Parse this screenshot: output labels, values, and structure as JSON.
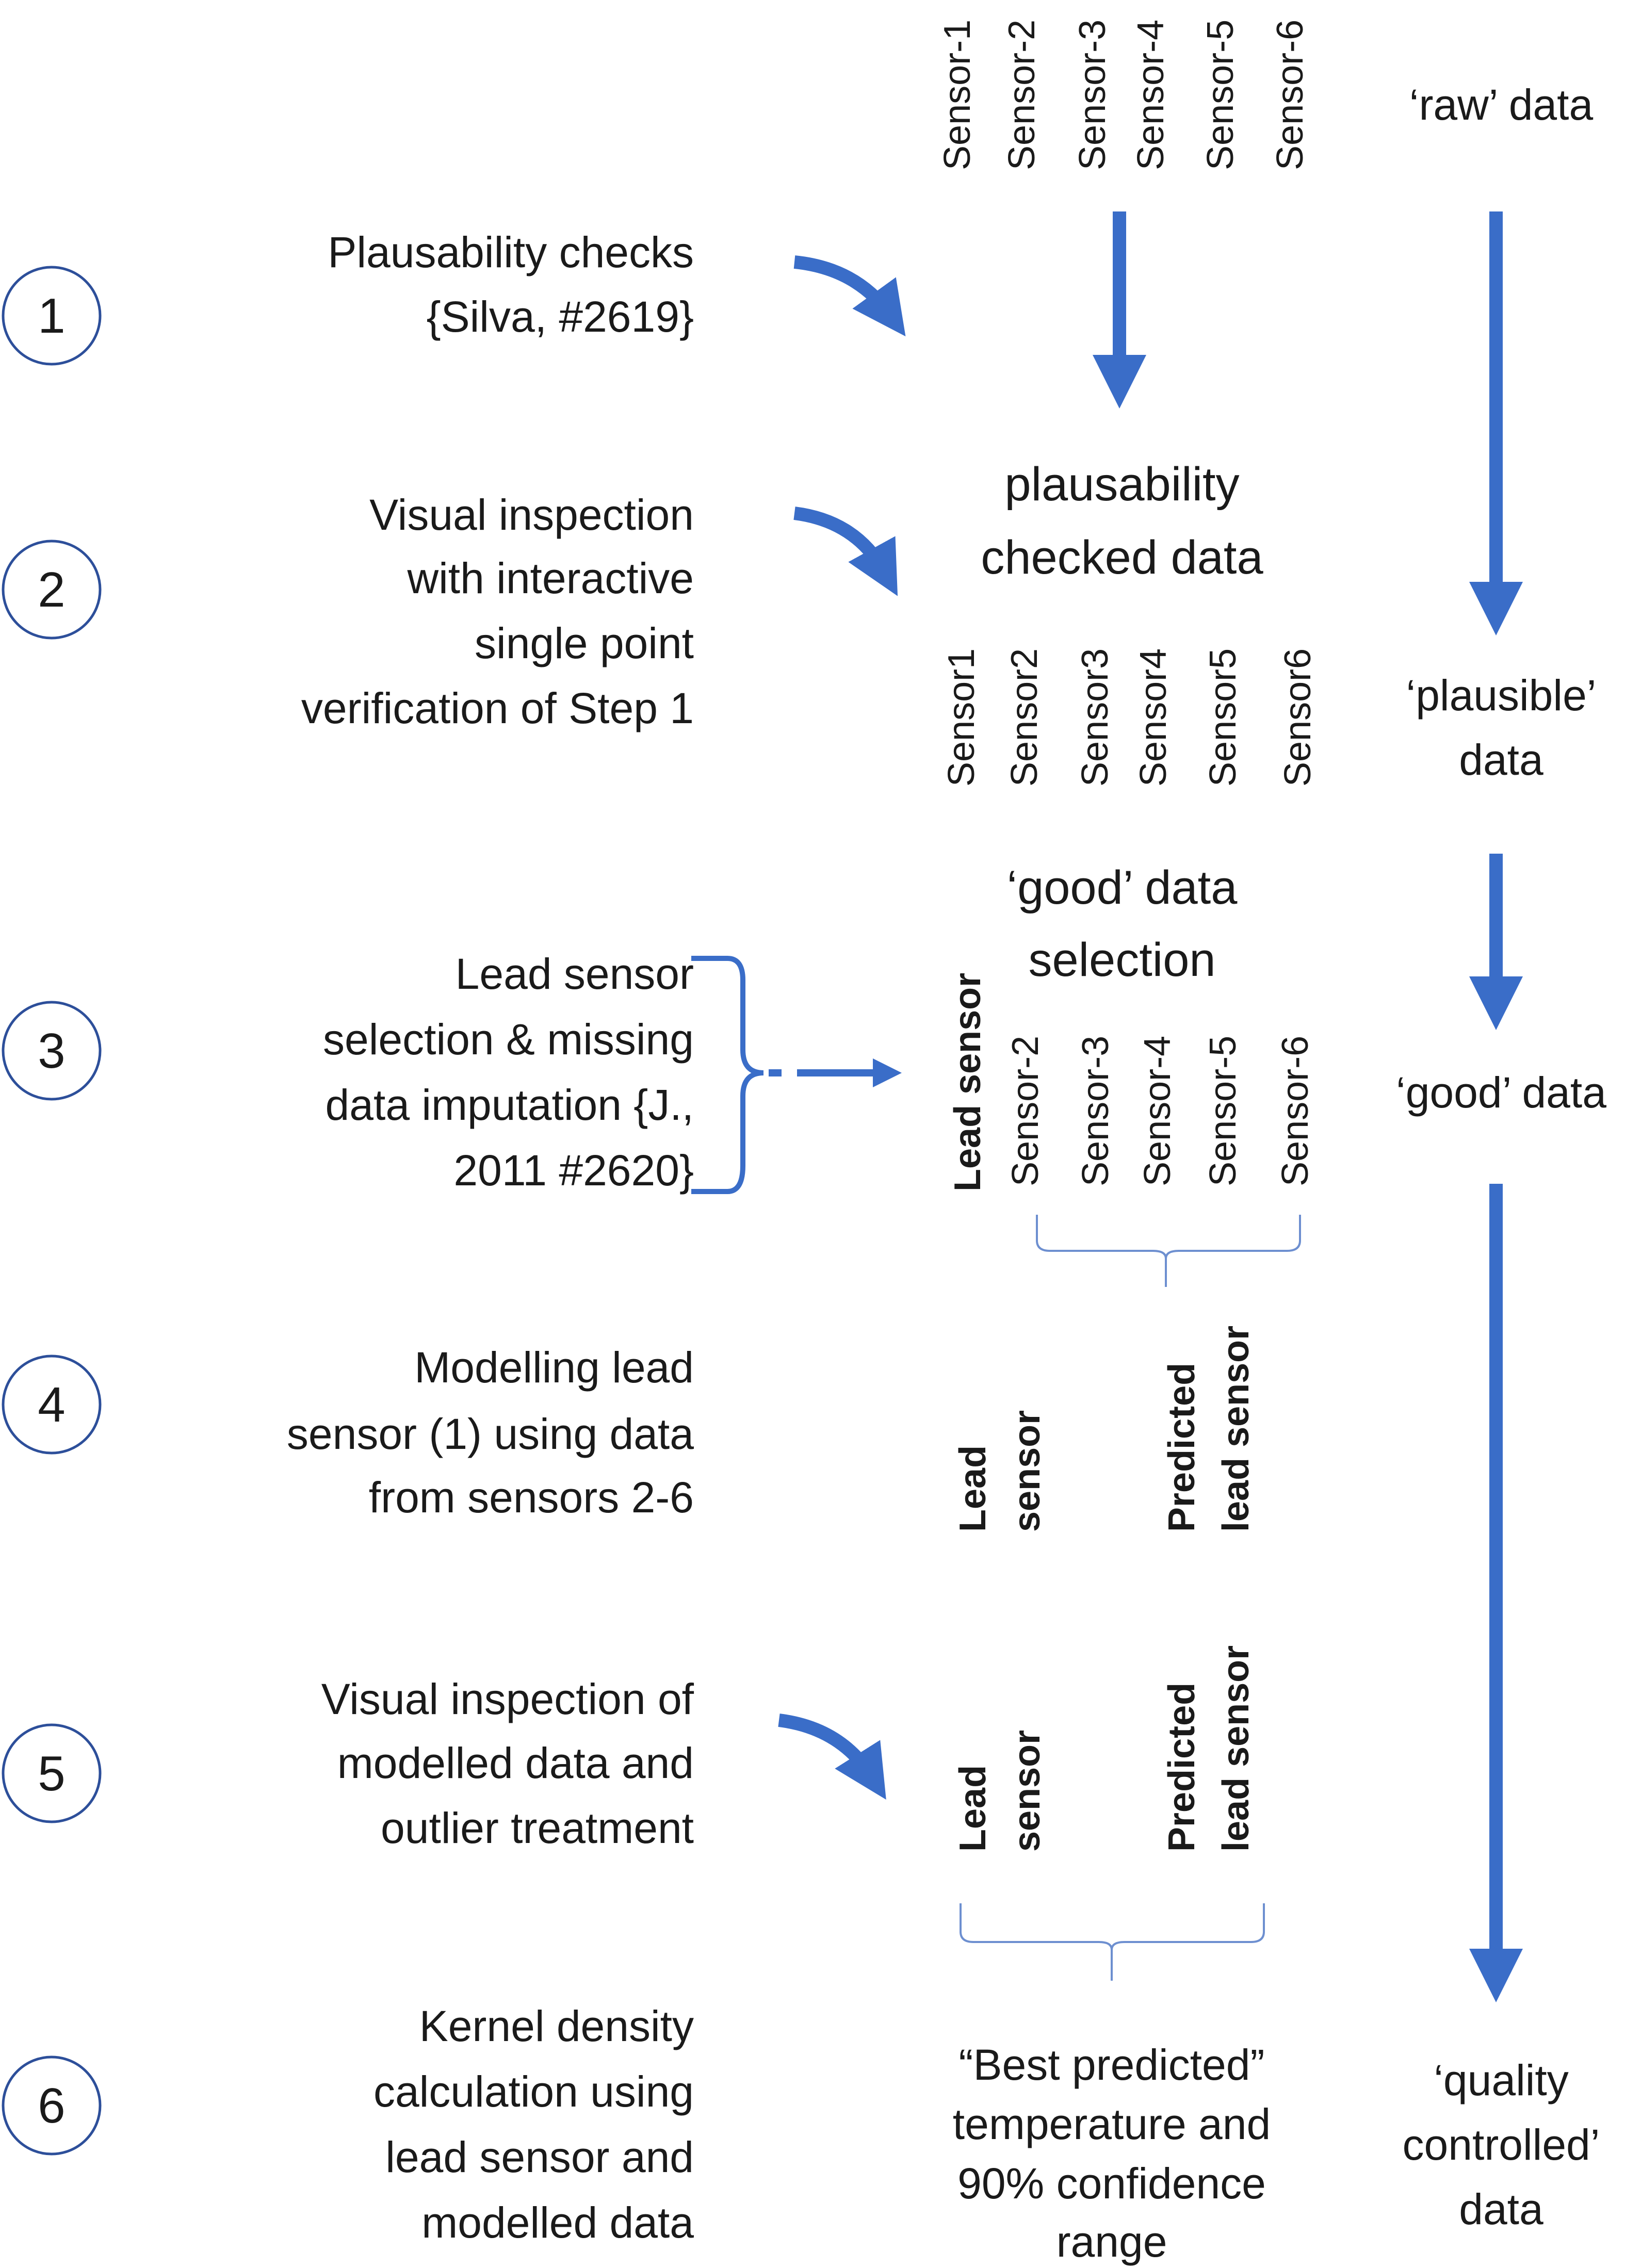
{
  "steps": [
    {
      "number": "1",
      "lines": [
        "Plausability checks",
        "{Silva,  #2619}"
      ]
    },
    {
      "number": "2",
      "lines": [
        "Visual inspection",
        "with interactive",
        "single point",
        "verification of Step 1"
      ]
    },
    {
      "number": "3",
      "lines": [
        "Lead sensor",
        "selection  & missing",
        "data imputation {J.,",
        "2011 #2620}"
      ]
    },
    {
      "number": "4",
      "lines": [
        "Modelling lead",
        "sensor (1) using data",
        "from sensors 2-6"
      ]
    },
    {
      "number": "5",
      "lines": [
        "Visual inspection of",
        "modelled data and",
        "outlier treatment"
      ]
    },
    {
      "number": "6",
      "lines": [
        "Kernel density",
        "calculation using",
        "lead sensor and",
        "modelled data"
      ]
    }
  ],
  "middle": {
    "raw_sensors": [
      "Sensor-1",
      "Sensor-2",
      "Sensor-3",
      "Sensor-4",
      "Sensor-5",
      "Sensor-6"
    ],
    "plausibility_title": [
      "plausability",
      "checked data"
    ],
    "plausible_sensors": [
      "Sensor1",
      "Sensor2",
      "Sensor3",
      "Sensor4",
      "Sensor5",
      "Sensor6"
    ],
    "good_title": [
      "‘good’ data",
      "selection"
    ],
    "good_lead": "Lead sensor",
    "good_sensors": [
      "Sensor-2",
      "Sensor-3",
      "Sensor-4",
      "Sensor-5",
      "Sensor-6"
    ],
    "model_lead": [
      "Lead",
      "sensor"
    ],
    "model_predicted": [
      "Predicted",
      "lead sensor"
    ],
    "outlier_lead": [
      "Lead",
      "sensor"
    ],
    "outlier_predicted": [
      "Predicted",
      "lead sensor"
    ],
    "final_result": [
      "“Best predicted”",
      "temperature and",
      "90% confidence",
      "range"
    ]
  },
  "right": {
    "raw": "‘raw’ data",
    "plausible": [
      "‘plausible’",
      "data"
    ],
    "good": "‘good’ data",
    "quality": [
      "‘quality",
      "controlled’",
      "data"
    ]
  },
  "colors": {
    "arrow": "#3a6dc8",
    "circle_outline": "#2d4f9a",
    "text": "#1a1a1a"
  }
}
